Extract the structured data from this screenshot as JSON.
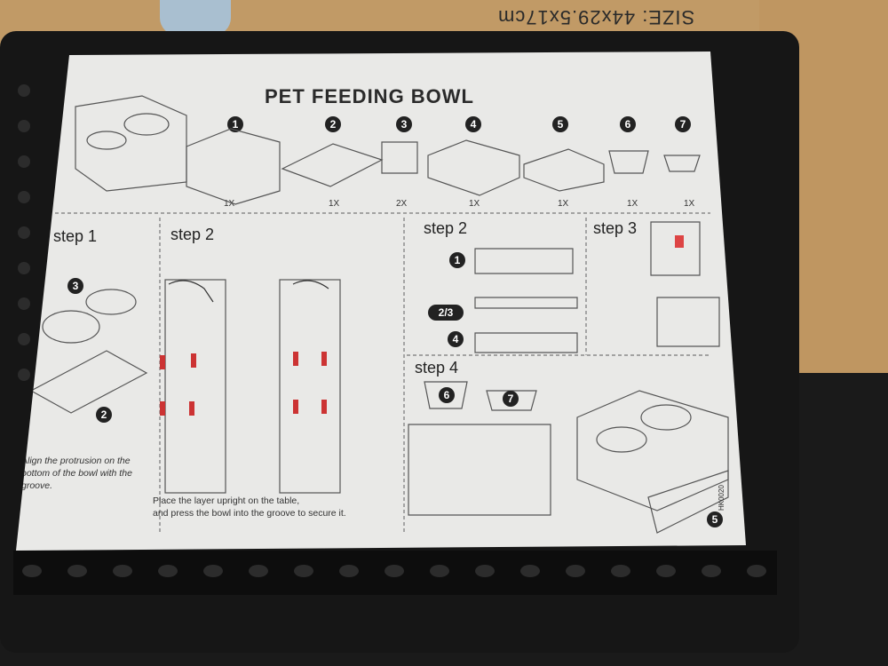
{
  "box": {
    "size_text": "SIZE: 44x29.5x17cm"
  },
  "sheet": {
    "title": "PET FEEDING BOWL",
    "parts": [
      {
        "n": "1",
        "qty": "1X"
      },
      {
        "n": "2",
        "qty": "1X"
      },
      {
        "n": "3",
        "qty": "2X"
      },
      {
        "n": "4",
        "qty": "1X"
      },
      {
        "n": "5",
        "qty": "1X"
      },
      {
        "n": "6",
        "qty": "1X"
      },
      {
        "n": "7",
        "qty": "1X"
      }
    ],
    "steps": {
      "step1": {
        "label": "step 1",
        "callouts": [
          "3",
          "2"
        ],
        "note": "Align the protrusion on the bottom of the bowl with the groove."
      },
      "step2a": {
        "label": "step 2",
        "note_line1": "Place the layer upright on the table,",
        "note_line2": "and press the bowl into the groove to secure it."
      },
      "step2b": {
        "label": "step 2",
        "callouts": [
          "1",
          "2/3",
          "4"
        ]
      },
      "step3": {
        "label": "step 3"
      },
      "step4": {
        "label": "step 4",
        "callouts": [
          "6",
          "7",
          "5"
        ]
      }
    },
    "code": "HK0020"
  }
}
